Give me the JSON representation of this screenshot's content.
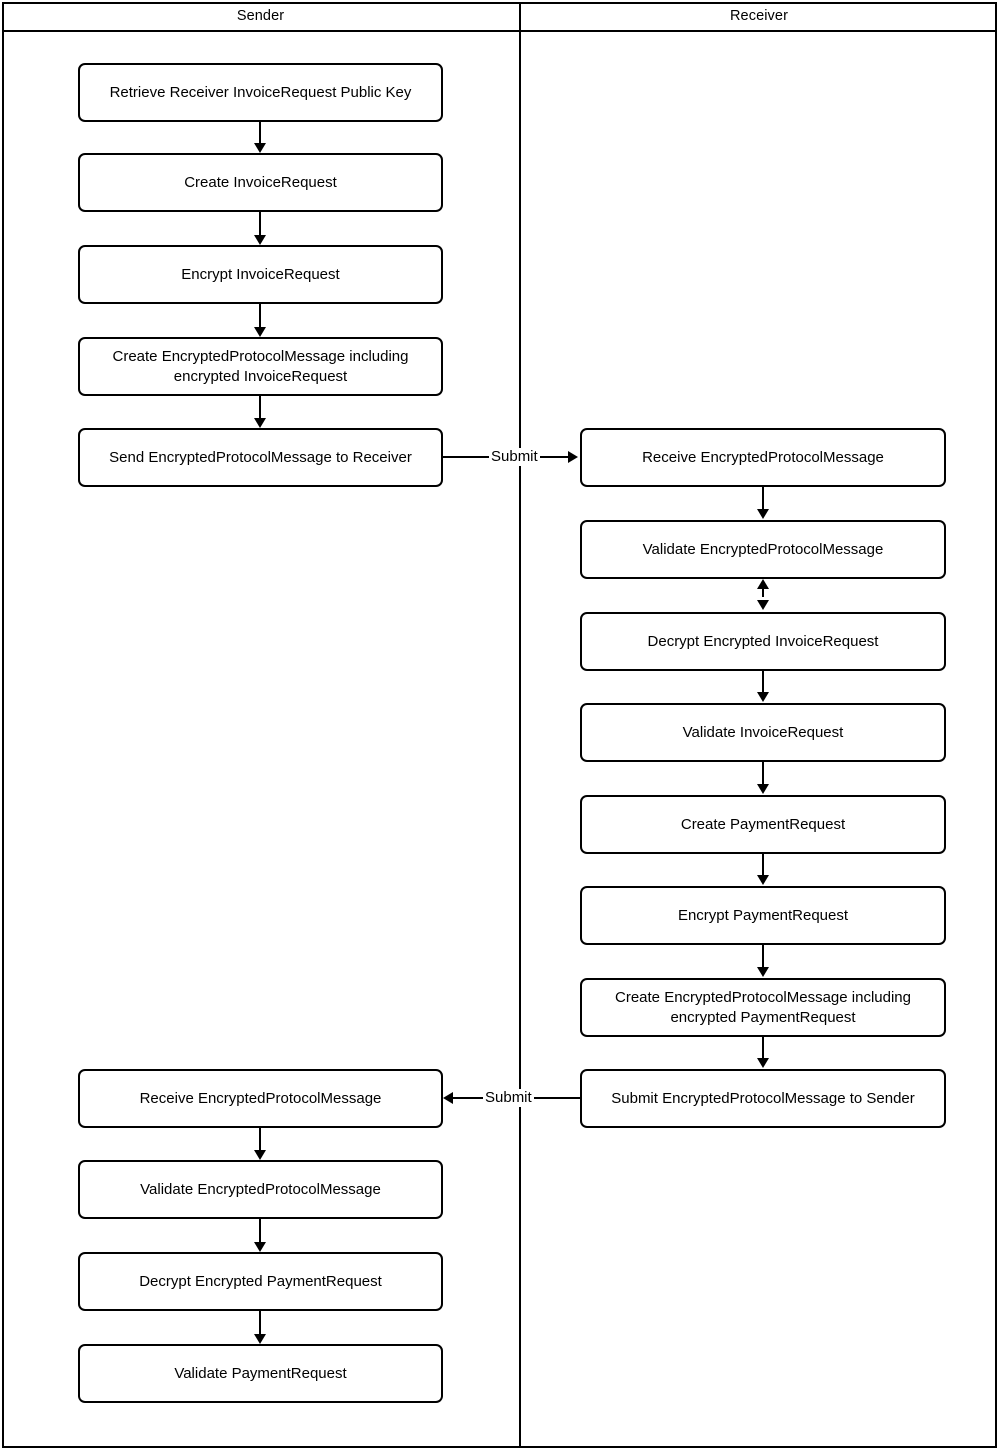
{
  "diagram": {
    "type": "swimlane-flowchart",
    "title": "",
    "lanes": [
      {
        "id": "sender",
        "label": "Sender"
      },
      {
        "id": "receiver",
        "label": "Receiver"
      }
    ],
    "sender_nodes": [
      {
        "id": "s1",
        "label": "Retrieve Receiver InvoiceRequest Public Key"
      },
      {
        "id": "s2",
        "label": "Create InvoiceRequest"
      },
      {
        "id": "s3",
        "label": "Encrypt InvoiceRequest"
      },
      {
        "id": "s4",
        "label": "Create EncryptedProtocolMessage including\nencrypted InvoiceRequest"
      },
      {
        "id": "s5",
        "label": "Send EncryptedProtocolMessage to Receiver"
      },
      {
        "id": "s6",
        "label": "Receive EncryptedProtocolMessage"
      },
      {
        "id": "s7",
        "label": "Validate EncryptedProtocolMessage"
      },
      {
        "id": "s8",
        "label": "Decrypt Encrypted PaymentRequest"
      },
      {
        "id": "s9",
        "label": "Validate PaymentRequest"
      }
    ],
    "receiver_nodes": [
      {
        "id": "r1",
        "label": "Receive EncryptedProtocolMessage"
      },
      {
        "id": "r2",
        "label": "Validate EncryptedProtocolMessage"
      },
      {
        "id": "r3",
        "label": "Decrypt Encrypted InvoiceRequest"
      },
      {
        "id": "r4",
        "label": "Validate InvoiceRequest"
      },
      {
        "id": "r5",
        "label": "Create PaymentRequest"
      },
      {
        "id": "r6",
        "label": "Encrypt PaymentRequest"
      },
      {
        "id": "r7",
        "label": "Create EncryptedProtocolMessage including\nencrypted PaymentRequest"
      },
      {
        "id": "r8",
        "label": "Submit EncryptedProtocolMessage to Sender"
      }
    ],
    "edge_labels": {
      "submit_to_receiver": "Submit",
      "submit_to_sender": "Submit"
    },
    "colors": {
      "stroke": "#000000",
      "fill": "#ffffff",
      "text": "#000000"
    }
  }
}
